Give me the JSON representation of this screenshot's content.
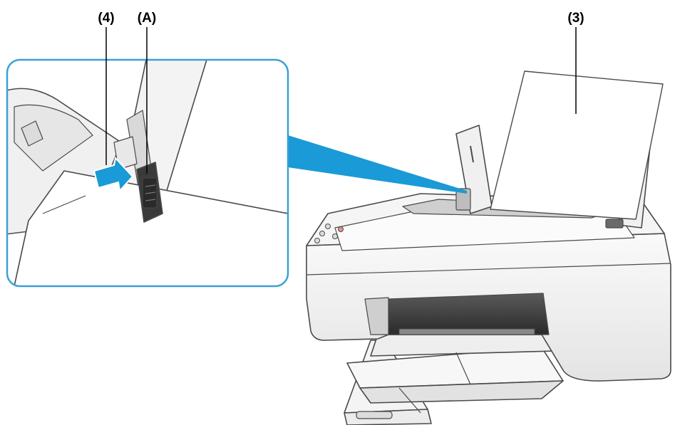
{
  "callouts": {
    "label_4": "(4)",
    "label_a": "(A)",
    "label_3": "(3)"
  },
  "colors": {
    "accent": "#1a9ad6",
    "zoom_border": "#3aa0d8",
    "body": "#f2f2f2",
    "outline": "#4a4a4a"
  },
  "icons": [
    "arrow-right-icon"
  ]
}
